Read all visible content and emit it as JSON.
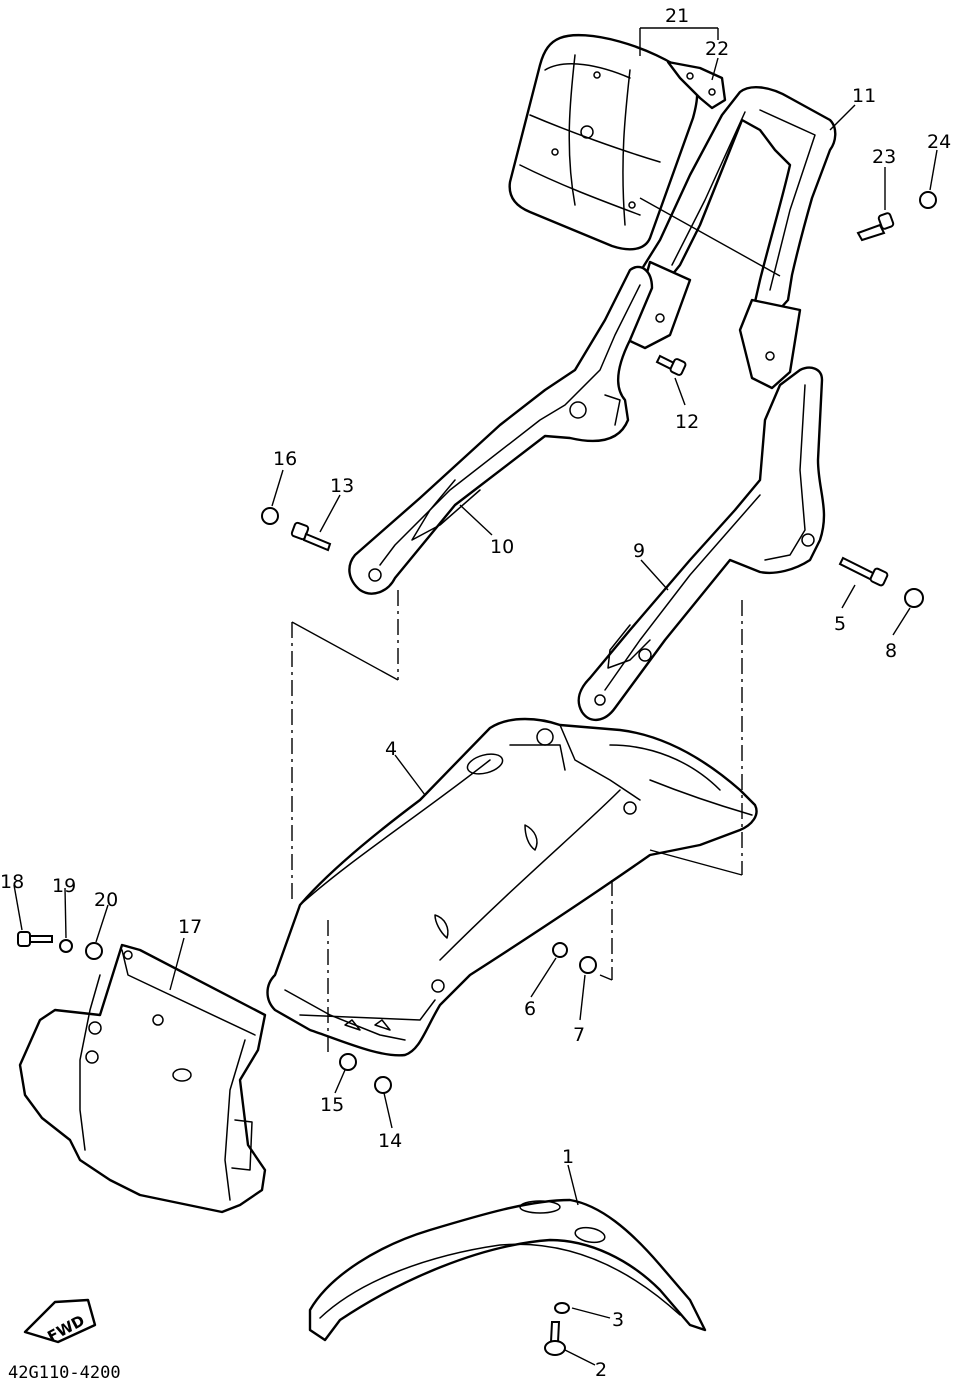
{
  "diagram": {
    "code": "42G110-4200",
    "fwd_label": "FWD",
    "callouts": {
      "c1": "1",
      "c2": "2",
      "c3": "3",
      "c4": "4",
      "c5": "5",
      "c6": "6",
      "c7": "7",
      "c8": "8",
      "c9": "9",
      "c10": "10",
      "c11": "11",
      "c12": "12",
      "c13": "13",
      "c14": "14",
      "c15": "15",
      "c16": "16",
      "c17": "17",
      "c18": "18",
      "c19": "19",
      "c20": "20",
      "c21": "21",
      "c22": "22",
      "c23": "23",
      "c24": "24"
    }
  }
}
